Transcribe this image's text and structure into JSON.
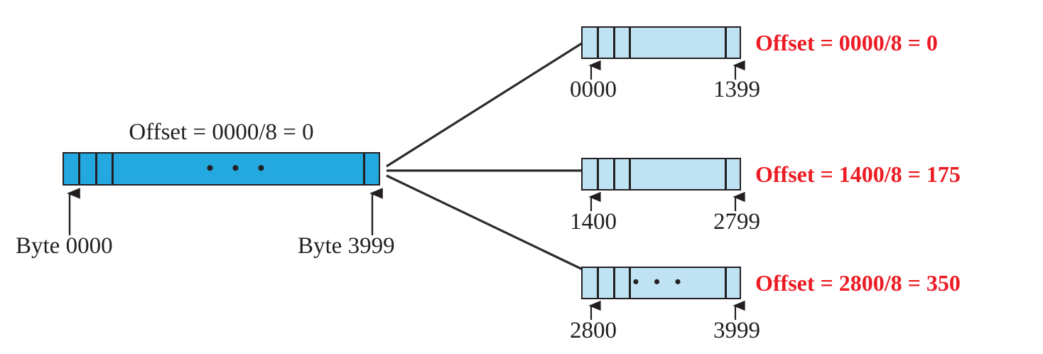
{
  "diagram": {
    "title_semantics": "IP datagram fragmentation offsets",
    "original": {
      "top_label": "Offset = 0000/8 = 0",
      "start_label": "Byte 0000",
      "end_label": "Byte 3999",
      "ellipsis": "• • •"
    },
    "fragments": [
      {
        "start": "0000",
        "end": "1399",
        "offset_label": "Offset = 0000/8 = 0"
      },
      {
        "start": "1400",
        "end": "2799",
        "offset_label": "Offset = 1400/8 = 175"
      },
      {
        "start": "2800",
        "end": "3999",
        "offset_label": "Offset = 2800/8 = 350",
        "ellipsis": "• • •"
      }
    ],
    "colors": {
      "original_fill": "#23a8e0",
      "fragment_fill": "#c0e3f4",
      "offset_text": "#ec1c24",
      "line": "#231f20",
      "background": "#ffffff"
    }
  }
}
